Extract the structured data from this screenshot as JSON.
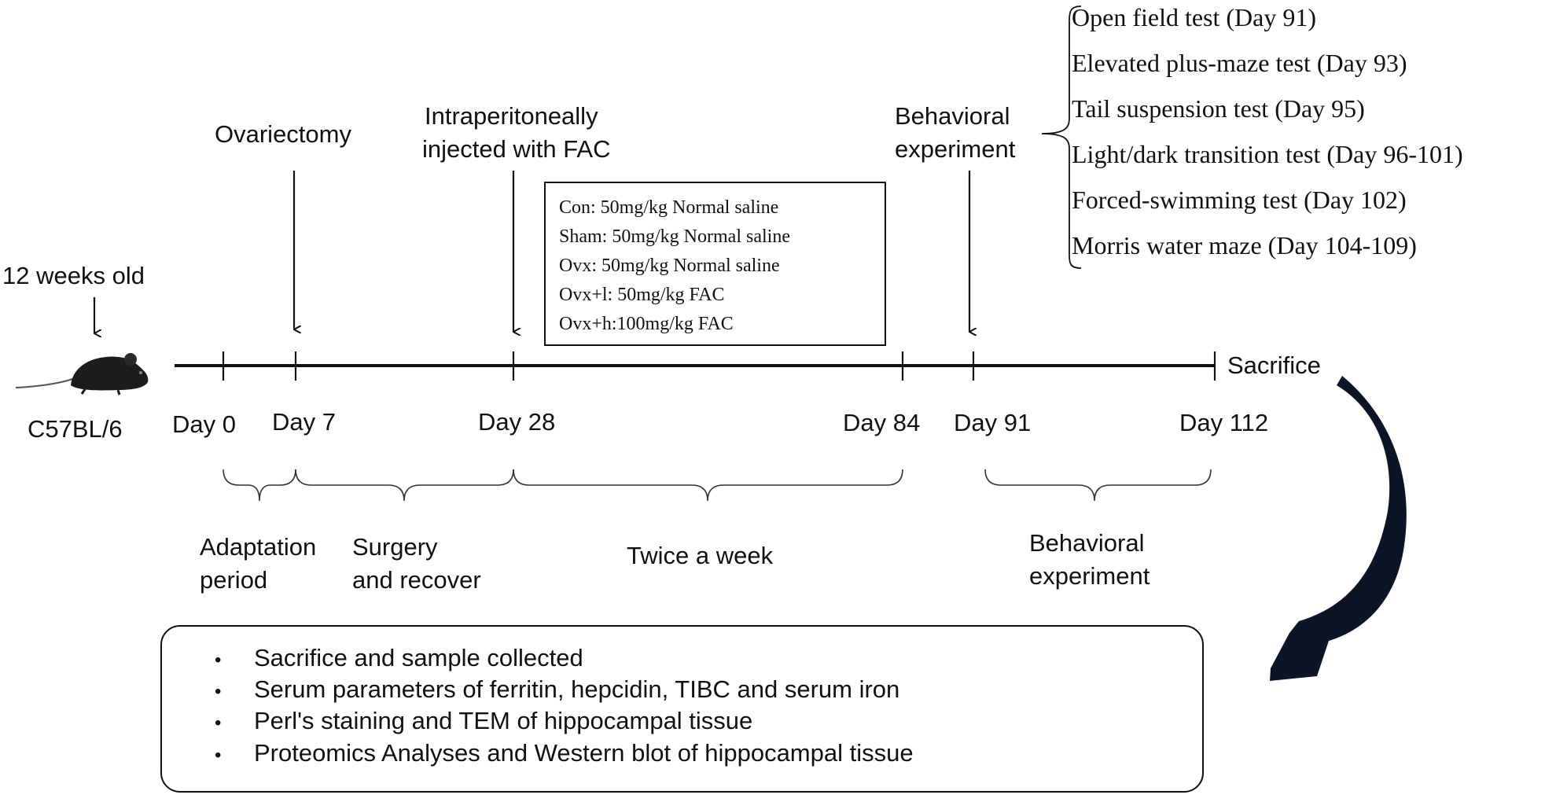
{
  "start": {
    "age_label": "12 weeks old",
    "strain_label": "C57BL/6",
    "mouse_icon": "mouse-icon"
  },
  "events": {
    "ovariectomy": "Ovariectomy",
    "injection_line1": "Intraperitoneally",
    "injection_line2": "injected with FAC",
    "behavior_line1": "Behavioral",
    "behavior_line2": "experiment",
    "sacrifice": "Sacrifice"
  },
  "timeline": {
    "days": [
      "Day 0",
      "Day 7",
      "Day 28",
      "Day 84",
      "Day 91",
      "Day 112"
    ]
  },
  "groups": [
    "Con: 50mg/kg Normal saline",
    "Sham: 50mg/kg Normal saline",
    "Ovx: 50mg/kg Normal saline",
    "Ovx+l: 50mg/kg FAC",
    "Ovx+h:100mg/kg FAC"
  ],
  "behavioral_tests": [
    "Open field test (Day 91)",
    "Elevated plus-maze test (Day 93)",
    "Tail suspension test (Day 95)",
    "Light/dark transition test (Day 96-101)",
    "Forced-swimming test (Day 102)",
    "Morris water maze (Day 104-109)"
  ],
  "periods": {
    "adaptation_line1": "Adaptation",
    "adaptation_line2": "period",
    "surgery_line1": "Surgery",
    "surgery_line2": "and recover",
    "twice": "Twice a week",
    "behavior_line1": "Behavioral",
    "behavior_line2": "experiment"
  },
  "analyses": {
    "bullet": "•",
    "items": [
      "Sacrifice and sample collected",
      "Serum parameters of ferritin, hepcidin, TIBC and serum iron",
      "Perl's staining and TEM of hippocampal tissue",
      "Proteomics Analyses and Western blot of hippocampal tissue"
    ]
  },
  "colors": {
    "ink": "#111111",
    "curved_arrow": "#0b1526"
  }
}
